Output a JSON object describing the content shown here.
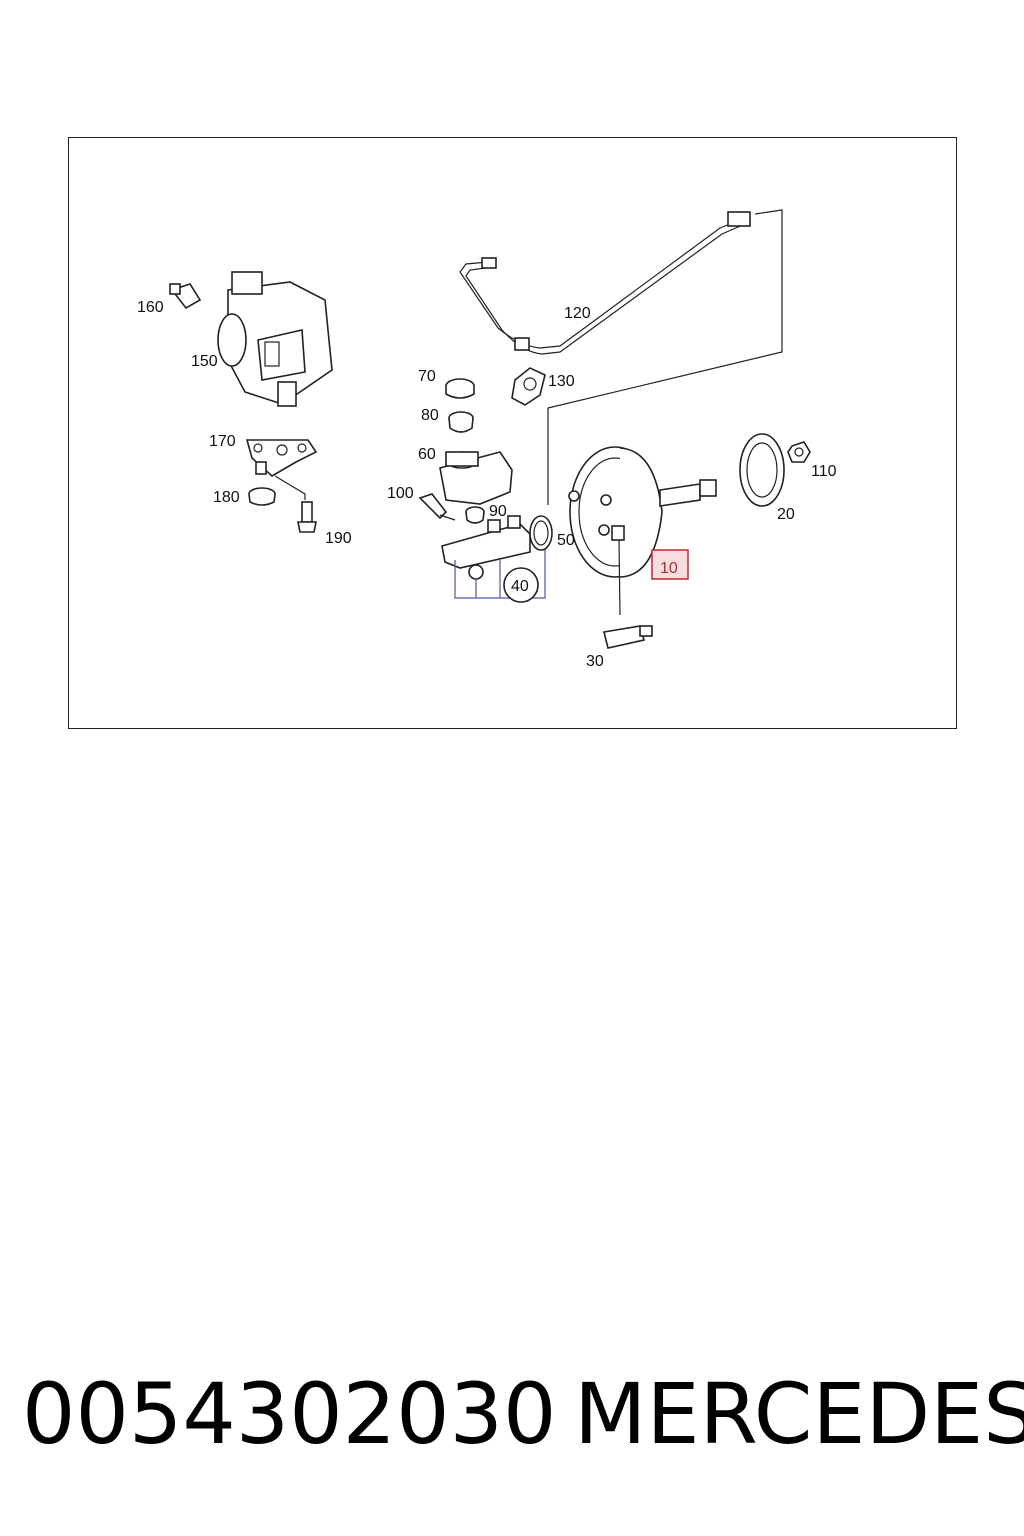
{
  "diagram": {
    "callouts": {
      "c10": "10",
      "c20": "20",
      "c30": "30",
      "c40": "40",
      "c50": "50",
      "c60": "60",
      "c70": "70",
      "c80": "80",
      "c90": "90",
      "c100": "100",
      "c110": "110",
      "c120": "120",
      "c130": "130",
      "c150": "150",
      "c160": "160",
      "c170": "170",
      "c180": "180",
      "c190": "190"
    },
    "highlight_color": "#c0282d",
    "highlight_fill": "#f6dede"
  },
  "footer": {
    "part_number": "0054302030",
    "brand": "MERCEDES"
  }
}
